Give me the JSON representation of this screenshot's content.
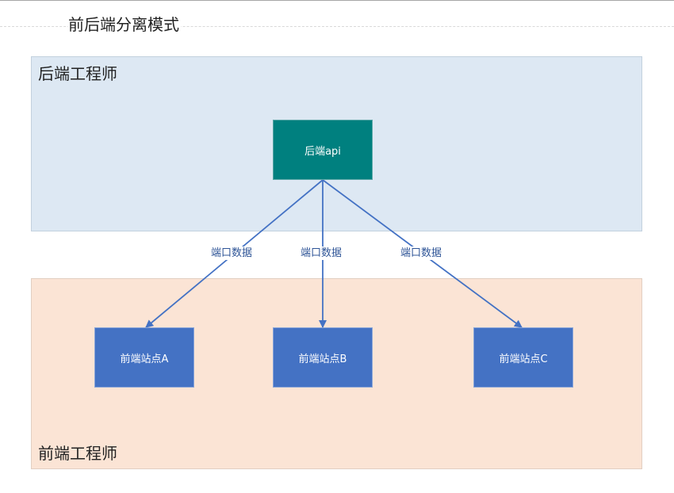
{
  "title": "前后端分离模式",
  "backend": {
    "region_label": "后端工程师",
    "api_node": "后端api"
  },
  "frontend": {
    "region_label": "前端工程师",
    "sites": [
      "前端站点A",
      "前端站点B",
      "前端站点C"
    ]
  },
  "edges": [
    {
      "label": "端口数据",
      "from": "后端api",
      "to": "前端站点A"
    },
    {
      "label": "端口数据",
      "from": "后端api",
      "to": "前端站点B"
    },
    {
      "label": "端口数据",
      "from": "后端api",
      "to": "前端站点C"
    }
  ],
  "colors": {
    "backend_region": "#dde8f3",
    "frontend_region": "#fbe4d5",
    "api_node": "#00807f",
    "site_node": "#4472c4",
    "edge": "#4472c4"
  }
}
